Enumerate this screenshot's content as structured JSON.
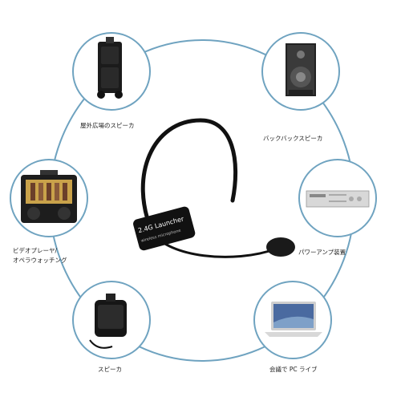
{
  "labels": {
    "outdoor_speaker": "屋外広場のスピーカ",
    "back_speaker": "バックバックスピーカ",
    "video_player": "ビデオプレーヤ/",
    "video_player_2": "オペラウォッチング",
    "power_amp": "パワーアンプ装置",
    "speaker": "スピーカ",
    "pc_meeting": "会議で PC ライブ"
  },
  "device": {
    "brand_text": "2.4G Launcher",
    "sub_text": "wireless microphone"
  },
  "colors": {
    "ring": "#6fa3c0",
    "device_body": "#111111"
  },
  "icons": [
    "trolley-speaker-icon",
    "floor-speaker-icon",
    "karaoke-player-icon",
    "power-amplifier-icon",
    "waist-speaker-icon",
    "laptop-icon",
    "headset-microphone-icon"
  ]
}
